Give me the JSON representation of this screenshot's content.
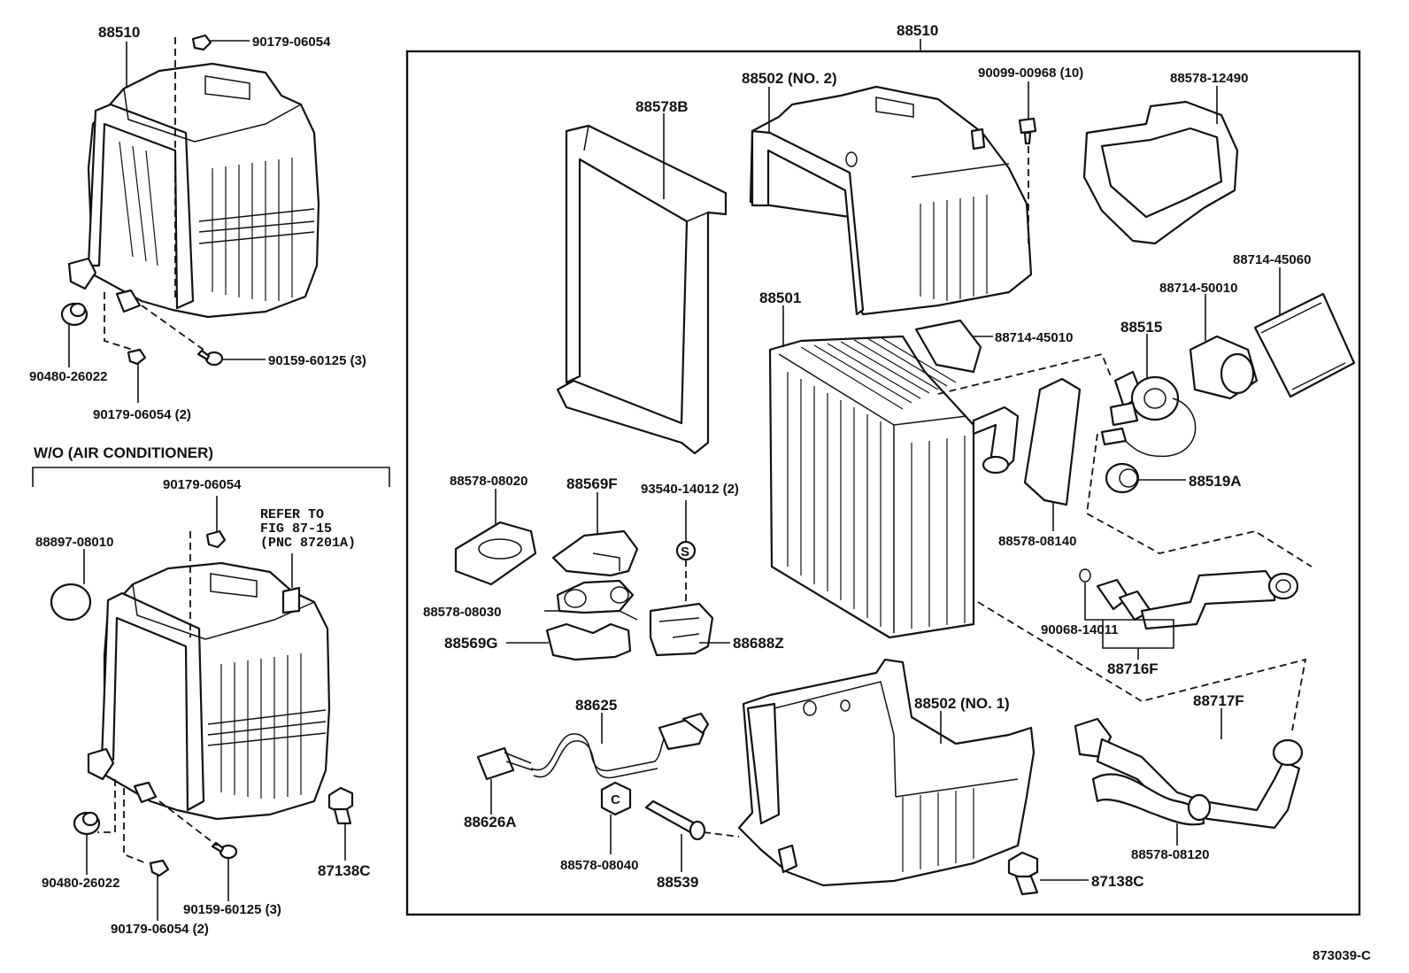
{
  "labels": {
    "top_left_assembly": "88510",
    "top_left_clip": "90179-06054",
    "top_left_grommet": "90480-26022",
    "top_left_screw": "90159-60125 (3)",
    "top_left_clip2": "90179-06054 (2)",
    "wo_header": "W/O (AIR CONDITIONER)",
    "wo_clip": "90179-06054",
    "wo_refer_1": "REFER TO",
    "wo_refer_2": "FIG 87-15",
    "wo_refer_3": "(PNC 87201A)",
    "wo_plug": "88897-08010",
    "wo_grommet": "90480-26022",
    "wo_screw": "90159-60125 (3)",
    "wo_clip2": "90179-06054 (2)",
    "wo_bolt": "87138C",
    "main_assembly": "88510",
    "case_no2": "88502 (NO. 2)",
    "screw_10": "90099-00968 (10)",
    "pad_12490": "88578-12490",
    "seal_b": "88578B",
    "thermistor_45060": "88714-45060",
    "thermistor_50010": "88714-50010",
    "evaporator": "88501",
    "expansion_valve": "88515",
    "thermistor_45010": "88714-45010",
    "ring_a": "88519A",
    "seal_08140": "88578-08140",
    "seal_08020": "88578-08020",
    "cover_f": "88569F",
    "screw_93540": "93540-14012 (2)",
    "clamp_08030": "88578-08030",
    "cover_g": "88569G",
    "bracket_z": "88688Z",
    "oring": "90068-14011",
    "tube_f": "88716F",
    "wire": "88625",
    "case_no1": "88502 (NO. 1)",
    "hose_f": "88717F",
    "connector_a": "88626A",
    "nut_08040": "88578-08040",
    "drain": "88539",
    "hose_08120": "88578-08120",
    "bolt_c": "87138C",
    "diagram_id": "873039-C"
  }
}
